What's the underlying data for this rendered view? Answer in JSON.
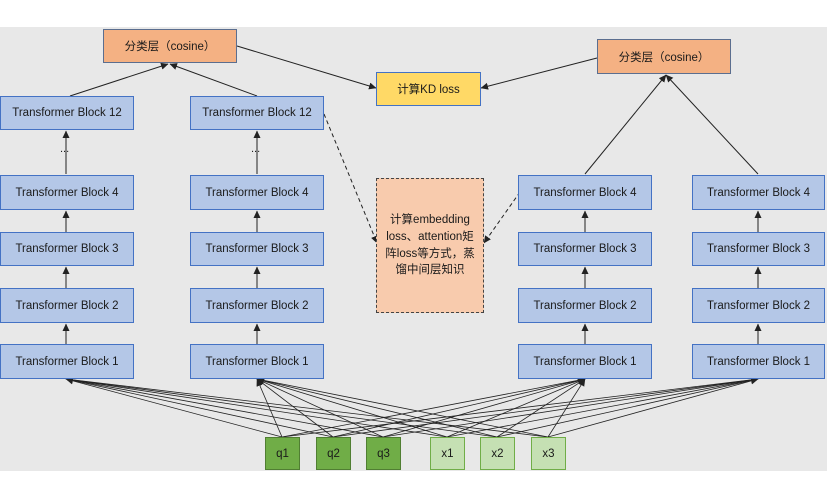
{
  "classifier_label": "分类层（cosine）",
  "classifier_label_right": "分类层（cosine）",
  "kd_loss_label": "计算KD loss",
  "middle_note": "计算embedding loss、attention矩阵loss等方式，蒸馏中间层知识",
  "ellipsis": "...",
  "blocks": {
    "b12": "Transformer Block 12",
    "b4": "Transformer Block 4",
    "b3": "Transformer Block 3",
    "b2": "Transformer Block 2",
    "b1": "Transformer Block 1"
  },
  "inputs": {
    "q1": "q1",
    "q2": "q2",
    "q3": "q3",
    "x1": "x1",
    "x2": "x2",
    "x3": "x3"
  },
  "colors": {
    "block_fill": "#b4c7e7",
    "block_border": "#4472c4",
    "classifier_fill": "#f4b183",
    "kd_fill": "#ffd966",
    "note_fill": "#f8cbad",
    "query_fill": "#70ad47",
    "doc_fill": "#c5e0b3"
  }
}
